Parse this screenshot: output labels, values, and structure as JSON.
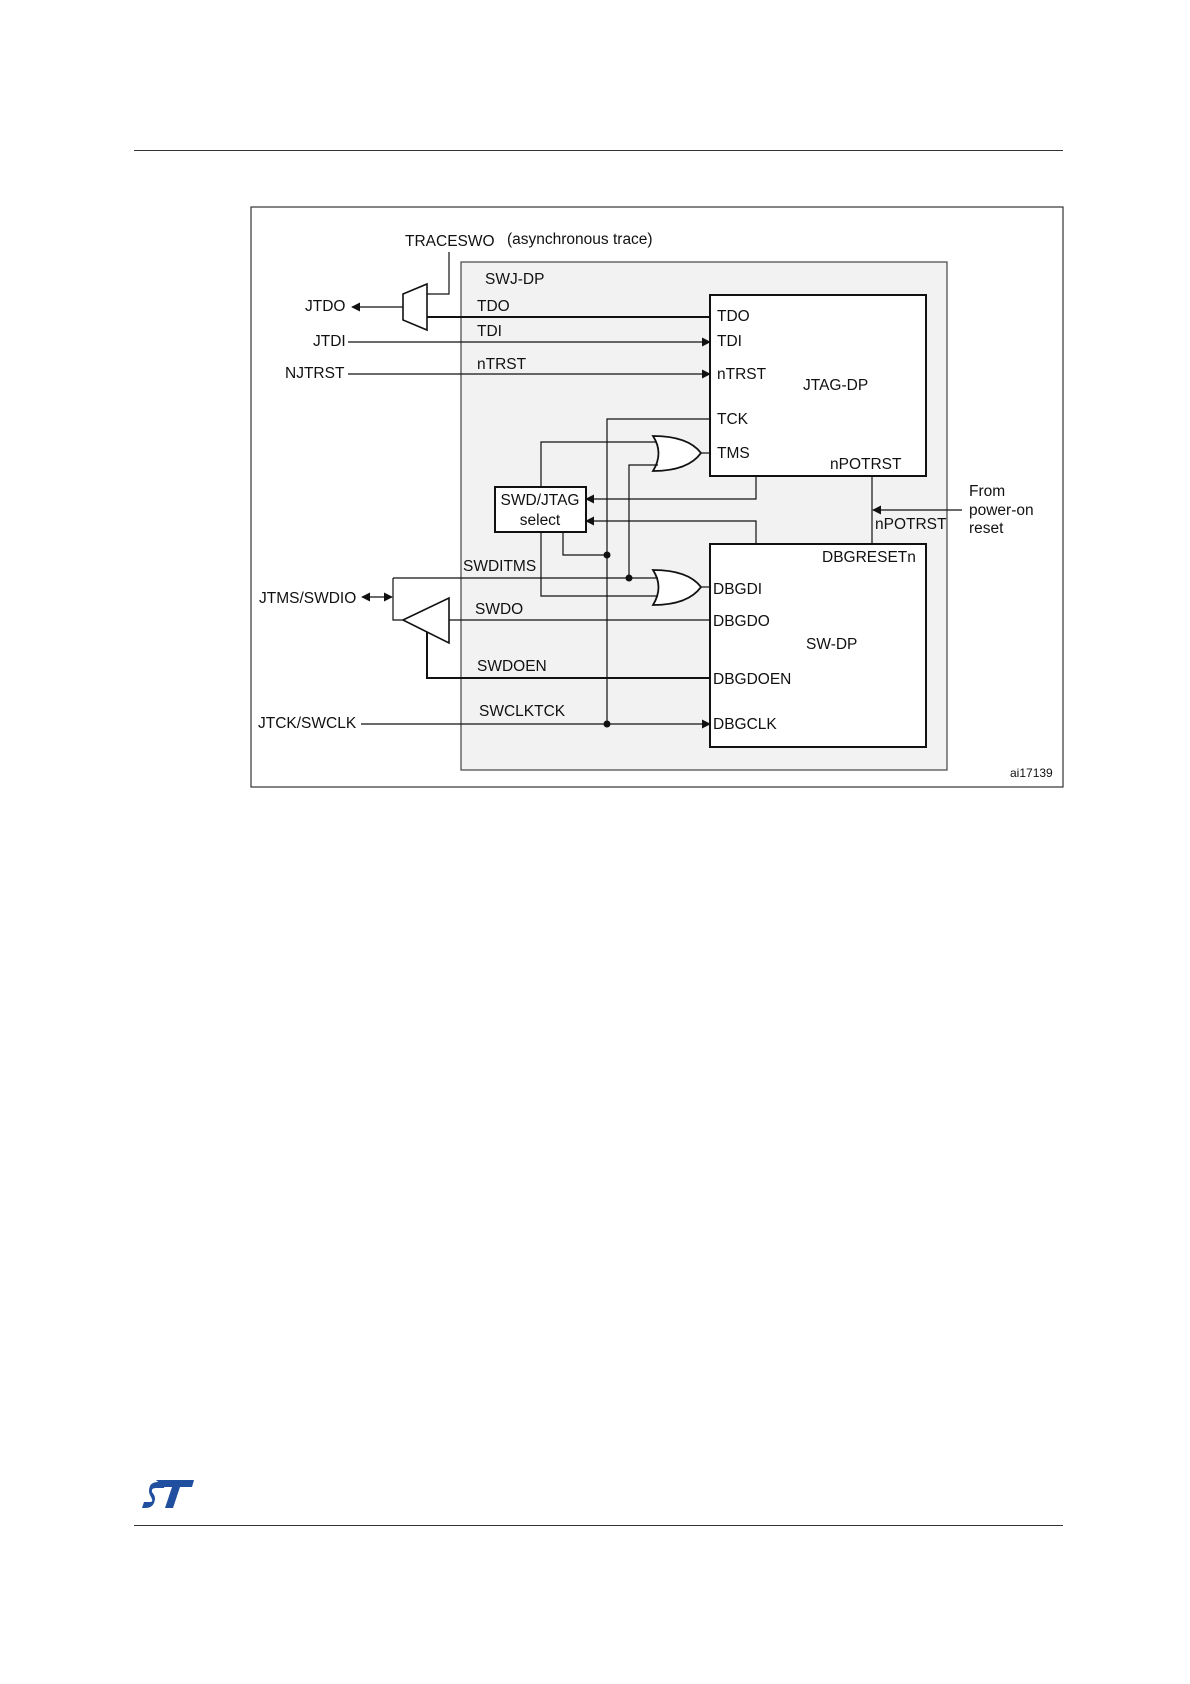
{
  "figure_id": "ai17139",
  "labels": {
    "traceswo": "TRACESWO",
    "async_trace": "(asynchronous trace)",
    "swj_dp": "SWJ-DP",
    "jtdo": "JTDO",
    "jtdi": "JTDI",
    "njtrst": "NJTRST",
    "tdo_line": "TDO",
    "tdi_line": "TDI",
    "ntrst_line": "nTRST",
    "jtms_swdio": "JTMS/SWDIO",
    "jtck_swclk": "JTCK/SWCLK",
    "swditms": "SWDITMS",
    "swdo": "SWDO",
    "swdoen": "SWDOEN",
    "swclktck": "SWCLKTCK",
    "from": "From",
    "power_on": "power-on",
    "reset": "reset",
    "npotrst_ext": "nPOTRST"
  },
  "jtag_dp": {
    "title": "JTAG-DP",
    "tdo": "TDO",
    "tdi": "TDI",
    "ntrst": "nTRST",
    "tck": "TCK",
    "tms": "TMS",
    "npotrst": "nPOTRST"
  },
  "sw_dp": {
    "title": "SW-DP",
    "dbgresetn": "DBGRESETn",
    "dbgdi": "DBGDI",
    "dbgdo": "DBGDO",
    "dbgdoen": "DBGDOEN",
    "dbgclk": "DBGCLK"
  },
  "select_box": {
    "line1": "SWD/JTAG",
    "line2": "select"
  }
}
